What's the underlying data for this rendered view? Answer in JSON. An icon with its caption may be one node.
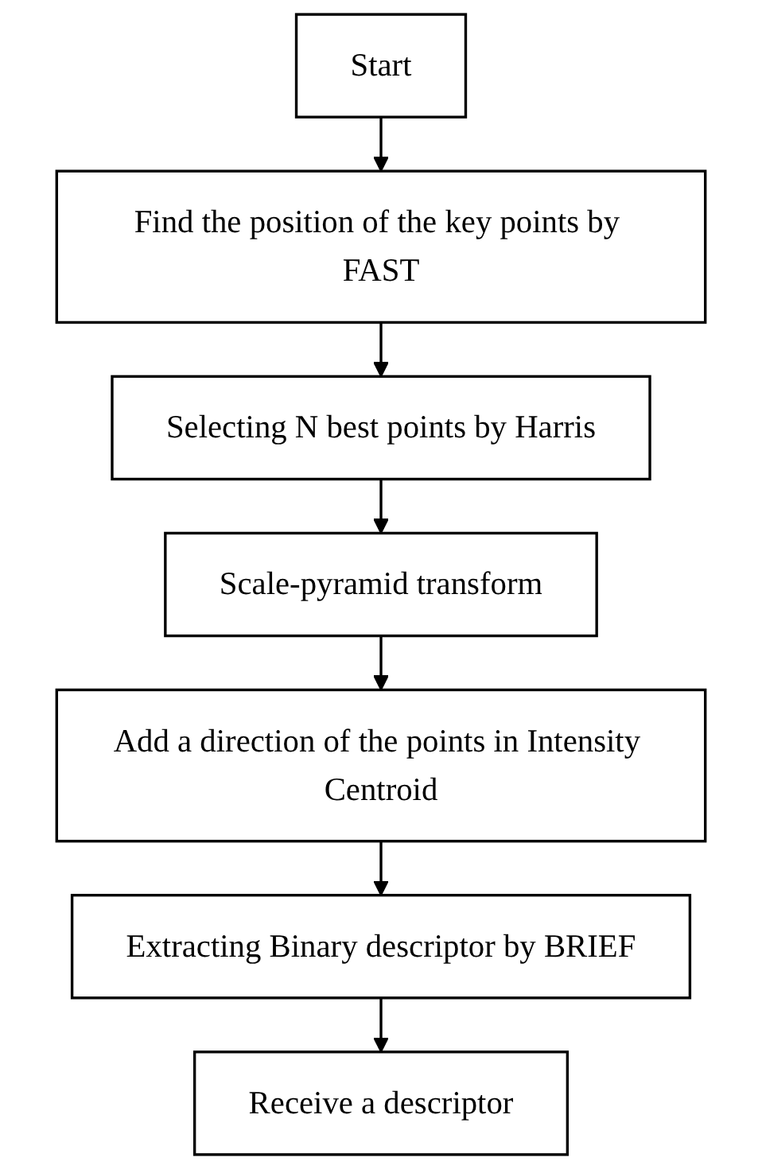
{
  "diagram": {
    "nodes": [
      {
        "text": [
          "Start"
        ]
      },
      {
        "text": [
          "Find the position of the key points by FAST"
        ]
      },
      {
        "text": [
          "Selecting N best points by Harris"
        ]
      },
      {
        "text": [
          "Scale-pyramid transform"
        ]
      },
      {
        "text": [
          "Add a direction of the points in Intensity Centroid"
        ]
      },
      {
        "text": [
          "Extracting Binary descriptor by BRIEF"
        ]
      },
      {
        "text": [
          "Receive a descriptor"
        ]
      }
    ],
    "edges": [
      {
        "from": 0,
        "to": 1,
        "arrow": "to"
      },
      {
        "from": 1,
        "to": 2,
        "arrow": "to"
      },
      {
        "from": 2,
        "to": 3,
        "arrow": "to"
      },
      {
        "from": 3,
        "to": 4,
        "arrow": "to"
      },
      {
        "from": 4,
        "to": 5,
        "arrow": "to"
      },
      {
        "from": 5,
        "to": 6,
        "arrow": "to"
      }
    ]
  }
}
